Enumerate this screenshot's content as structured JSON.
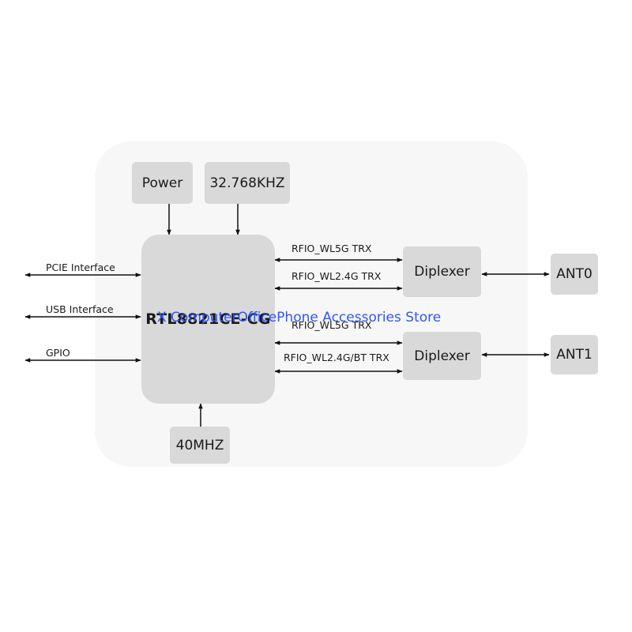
{
  "diagram": {
    "power": "Power",
    "clock_32k": "32.768KHZ",
    "clock_40m": "40MHZ",
    "chip": "RTL8821CE-CG",
    "diplexer_0": "Diplexer",
    "diplexer_1": "Diplexer",
    "ant0": "ANT0",
    "ant1": "ANT1",
    "pcie": "PCIE Interface",
    "usb": "USB Interface",
    "gpio": "GPIO",
    "rfio_0_wl5g": "RFIO_WL5G TRX",
    "rfio_0_wl24g": "RFIO_WL2.4G TRX",
    "rfio_1_wl5g": "RFIO_WL5G TRX",
    "rfio_1_wl24g_bt": "RFIO_WL2.4G/BT TRX"
  },
  "watermark": "X ComputerOfficePhone Accessories Store",
  "colors": {
    "panel": "#f7f7f7",
    "box": "#d9d9d9",
    "line": "#111111",
    "watermark": "#2f54ff"
  }
}
